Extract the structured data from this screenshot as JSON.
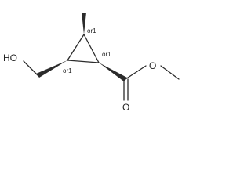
{
  "molecule": {
    "atoms": {
      "hydroxyl_label": "HO",
      "carbonyl_oxygen_label": "O",
      "ester_oxygen_label": "O"
    },
    "stereo_labels": {
      "top_carbon": "or1",
      "ring_left_carbon": "or1",
      "ring_right_carbon": "or1"
    }
  }
}
